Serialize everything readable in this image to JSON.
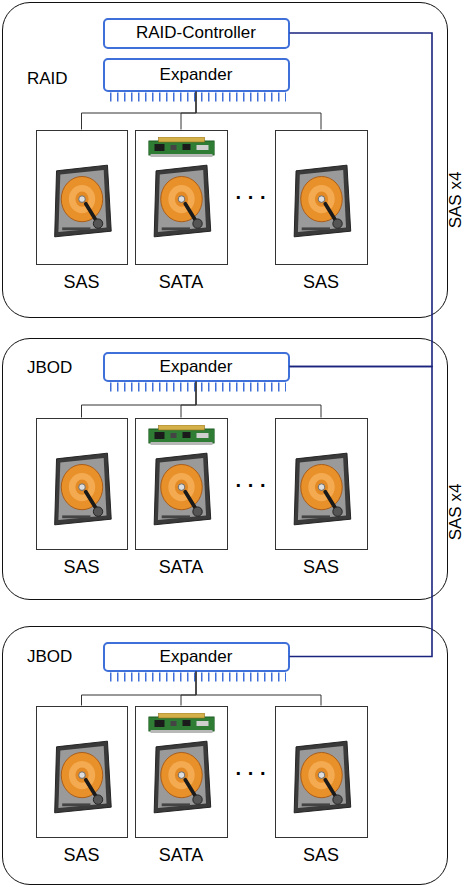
{
  "diagram": {
    "nodes": [
      {
        "text": [
          "RAID"
        ]
      },
      {
        "text": [
          "RAID-Controller"
        ],
        "in": 0
      },
      {
        "text": [
          "Expander"
        ],
        "in": 0
      },
      {
        "text": [
          "SAS"
        ],
        "in": 0
      },
      {
        "text": [
          "SATA"
        ],
        "in": 0
      },
      {
        "text": [
          "SAS"
        ],
        "in": 0
      },
      {
        "text": [
          "JBOD"
        ]
      },
      {
        "text": [
          "Expander"
        ],
        "in": 6
      },
      {
        "text": [
          "SAS"
        ],
        "in": 6
      },
      {
        "text": [
          "SATA"
        ],
        "in": 6
      },
      {
        "text": [
          "SAS"
        ],
        "in": 6
      },
      {
        "text": [
          "JBOD"
        ]
      },
      {
        "text": [
          "Expander"
        ],
        "in": 11
      },
      {
        "text": [
          "SAS"
        ],
        "in": 11
      },
      {
        "text": [
          "SATA"
        ],
        "in": 11
      },
      {
        "text": [
          "SAS"
        ],
        "in": 11
      }
    ],
    "edges": [
      {
        "from": 2,
        "to": 3,
        "arrow": "none"
      },
      {
        "from": 2,
        "to": 4,
        "arrow": "none"
      },
      {
        "from": 2,
        "to": 5,
        "arrow": "none"
      },
      {
        "from": 1,
        "to": 7,
        "label": "SAS x4",
        "arrow": "none"
      },
      {
        "from": 7,
        "to": 8,
        "arrow": "none"
      },
      {
        "from": 7,
        "to": 9,
        "arrow": "none"
      },
      {
        "from": 7,
        "to": 10,
        "arrow": "none"
      },
      {
        "from": 7,
        "to": 12,
        "label": "SAS x4",
        "arrow": "none"
      },
      {
        "from": 12,
        "to": 13,
        "arrow": "none"
      },
      {
        "from": 12,
        "to": 14,
        "arrow": "none"
      },
      {
        "from": 12,
        "to": 15,
        "arrow": "none"
      }
    ],
    "labels": [
      "· · ·",
      "· · ·",
      "· · ·"
    ]
  }
}
